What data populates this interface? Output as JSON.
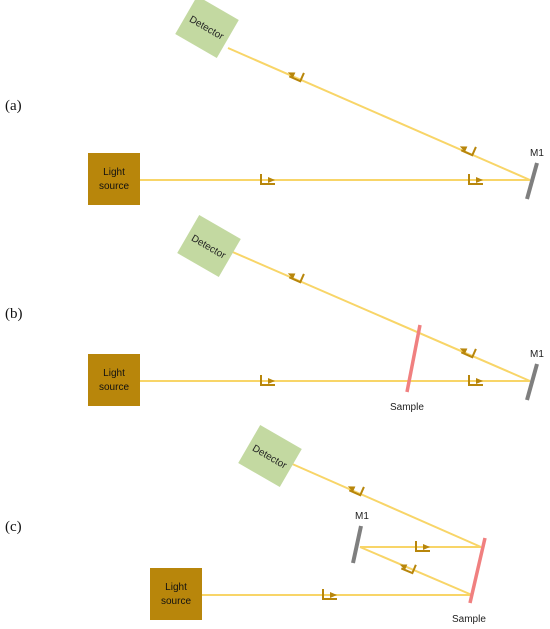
{
  "panels": [
    {
      "id": "a",
      "label": "(a)",
      "detector": "Detector",
      "light_source": [
        "Light",
        "source"
      ],
      "mirror": "M1"
    },
    {
      "id": "b",
      "label": "(b)",
      "detector": "Detector",
      "light_source": [
        "Light",
        "source"
      ],
      "mirror": "M1",
      "sample": "Sample"
    },
    {
      "id": "c",
      "label": "(c)",
      "detector": "Detector",
      "light_source": [
        "Light",
        "source"
      ],
      "mirror": "M1",
      "sample": "Sample"
    }
  ],
  "colors": {
    "beam": "#f8d568",
    "arrow": "#b8860b",
    "detector_fill": "#c3d9a1",
    "source_fill": "#b8860b",
    "mirror": "#7f7f7f",
    "sample": "#f08080"
  }
}
